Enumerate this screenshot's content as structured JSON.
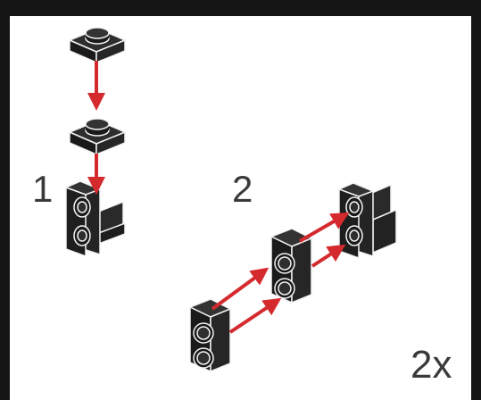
{
  "steps": [
    {
      "number": "1"
    },
    {
      "number": "2"
    }
  ],
  "quantity": "2x",
  "colors": {
    "frame": "#151515",
    "background": "#ffffff",
    "brick": "#222222",
    "brick_edge": "#f4f4f4",
    "arrow": "#d42a2e",
    "label": "#3a3a3a"
  },
  "icons": [
    "brick-plate-1x1-icon",
    "bracket-1x1-1x2-icon",
    "plate-1x2-icon",
    "assembly-arrow-icon"
  ]
}
